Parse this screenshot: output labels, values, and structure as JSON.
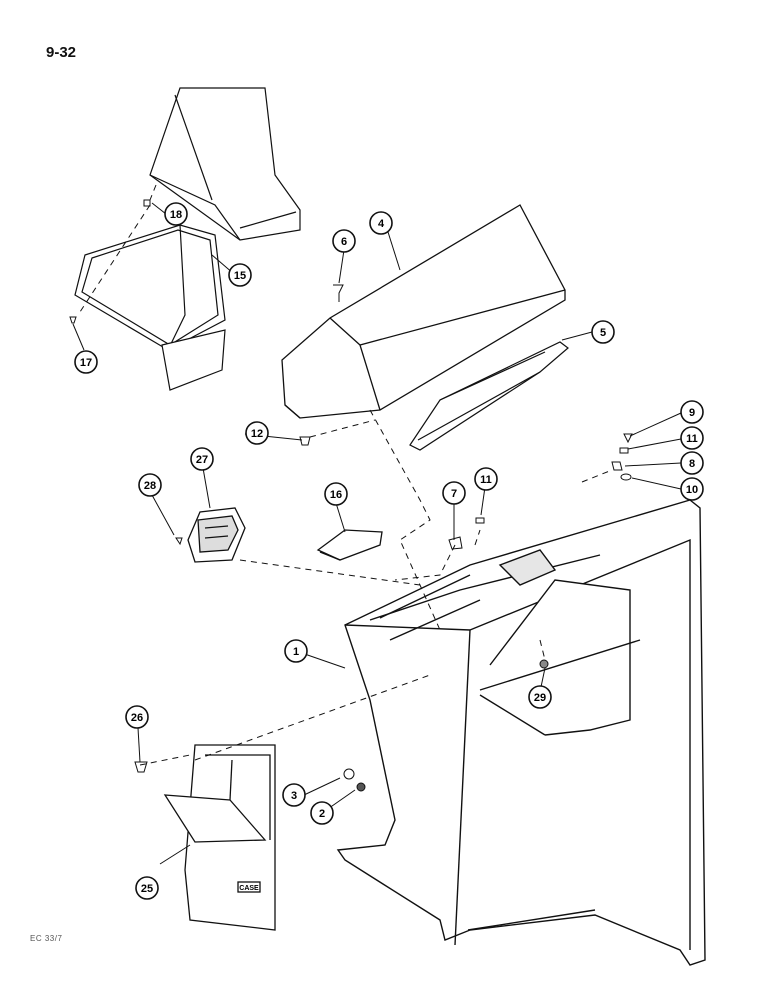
{
  "page_number": "9-32",
  "footer_code": "EC 33/7",
  "badge_text": "CASE",
  "callouts": [
    {
      "label": "1"
    },
    {
      "label": "2"
    },
    {
      "label": "3"
    },
    {
      "label": "4"
    },
    {
      "label": "5"
    },
    {
      "label": "6"
    },
    {
      "label": "7"
    },
    {
      "label": "8"
    },
    {
      "label": "9"
    },
    {
      "label": "10"
    },
    {
      "label": "11"
    },
    {
      "label": "11"
    },
    {
      "label": "12"
    },
    {
      "label": "15"
    },
    {
      "label": "16"
    },
    {
      "label": "17"
    },
    {
      "label": "18"
    },
    {
      "label": "25"
    },
    {
      "label": "26"
    },
    {
      "label": "27"
    },
    {
      "label": "28"
    },
    {
      "label": "29"
    }
  ],
  "colors": {
    "ink": "#111111",
    "paper": "#ffffff",
    "shade": "#cfcfcf"
  }
}
